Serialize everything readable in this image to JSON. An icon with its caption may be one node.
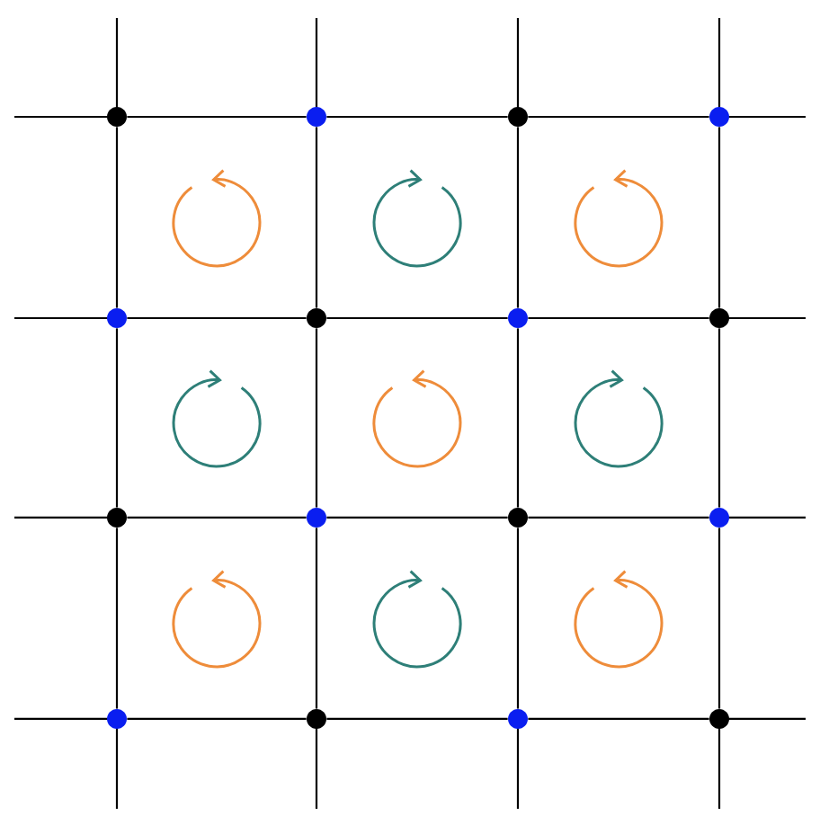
{
  "diagram": {
    "nodes": [
      {
        "text": [],
        "shape": "circle"
      },
      {
        "text": [],
        "shape": "circle"
      },
      {
        "text": [],
        "shape": "circle"
      },
      {
        "text": [],
        "shape": "circle"
      },
      {
        "text": [],
        "shape": "circle"
      },
      {
        "text": [],
        "shape": "circle"
      },
      {
        "text": [],
        "shape": "circle"
      },
      {
        "text": [],
        "shape": "circle"
      },
      {
        "text": [],
        "shape": "circle"
      },
      {
        "text": [],
        "shape": "circle"
      },
      {
        "text": [],
        "shape": "circle"
      },
      {
        "text": [],
        "shape": "circle"
      },
      {
        "text": [],
        "shape": "circle"
      },
      {
        "text": [],
        "shape": "circle"
      },
      {
        "text": [],
        "shape": "circle"
      },
      {
        "text": [],
        "shape": "circle"
      }
    ],
    "edges": [
      {
        "from": 0,
        "to": 1,
        "arrow": "none"
      },
      {
        "from": 1,
        "to": 2,
        "arrow": "none"
      },
      {
        "from": 2,
        "to": 3,
        "arrow": "none"
      },
      {
        "from": 4,
        "to": 5,
        "arrow": "none"
      },
      {
        "from": 5,
        "to": 6,
        "arrow": "none"
      },
      {
        "from": 6,
        "to": 7,
        "arrow": "none"
      },
      {
        "from": 8,
        "to": 9,
        "arrow": "none"
      },
      {
        "from": 9,
        "to": 10,
        "arrow": "none"
      },
      {
        "from": 10,
        "to": 11,
        "arrow": "none"
      },
      {
        "from": 12,
        "to": 13,
        "arrow": "none"
      },
      {
        "from": 13,
        "to": 14,
        "arrow": "none"
      },
      {
        "from": 14,
        "to": 15,
        "arrow": "none"
      },
      {
        "from": 0,
        "to": 4,
        "arrow": "none"
      },
      {
        "from": 4,
        "to": 8,
        "arrow": "none"
      },
      {
        "from": 8,
        "to": 12,
        "arrow": "none"
      },
      {
        "from": 1,
        "to": 5,
        "arrow": "none"
      },
      {
        "from": 5,
        "to": 9,
        "arrow": "none"
      },
      {
        "from": 9,
        "to": 13,
        "arrow": "none"
      },
      {
        "from": 2,
        "to": 6,
        "arrow": "none"
      },
      {
        "from": 6,
        "to": 10,
        "arrow": "none"
      },
      {
        "from": 10,
        "to": 14,
        "arrow": "none"
      },
      {
        "from": 3,
        "to": 7,
        "arrow": "none"
      },
      {
        "from": 7,
        "to": 11,
        "arrow": "none"
      },
      {
        "from": 11,
        "to": 15,
        "arrow": "none"
      }
    ]
  }
}
